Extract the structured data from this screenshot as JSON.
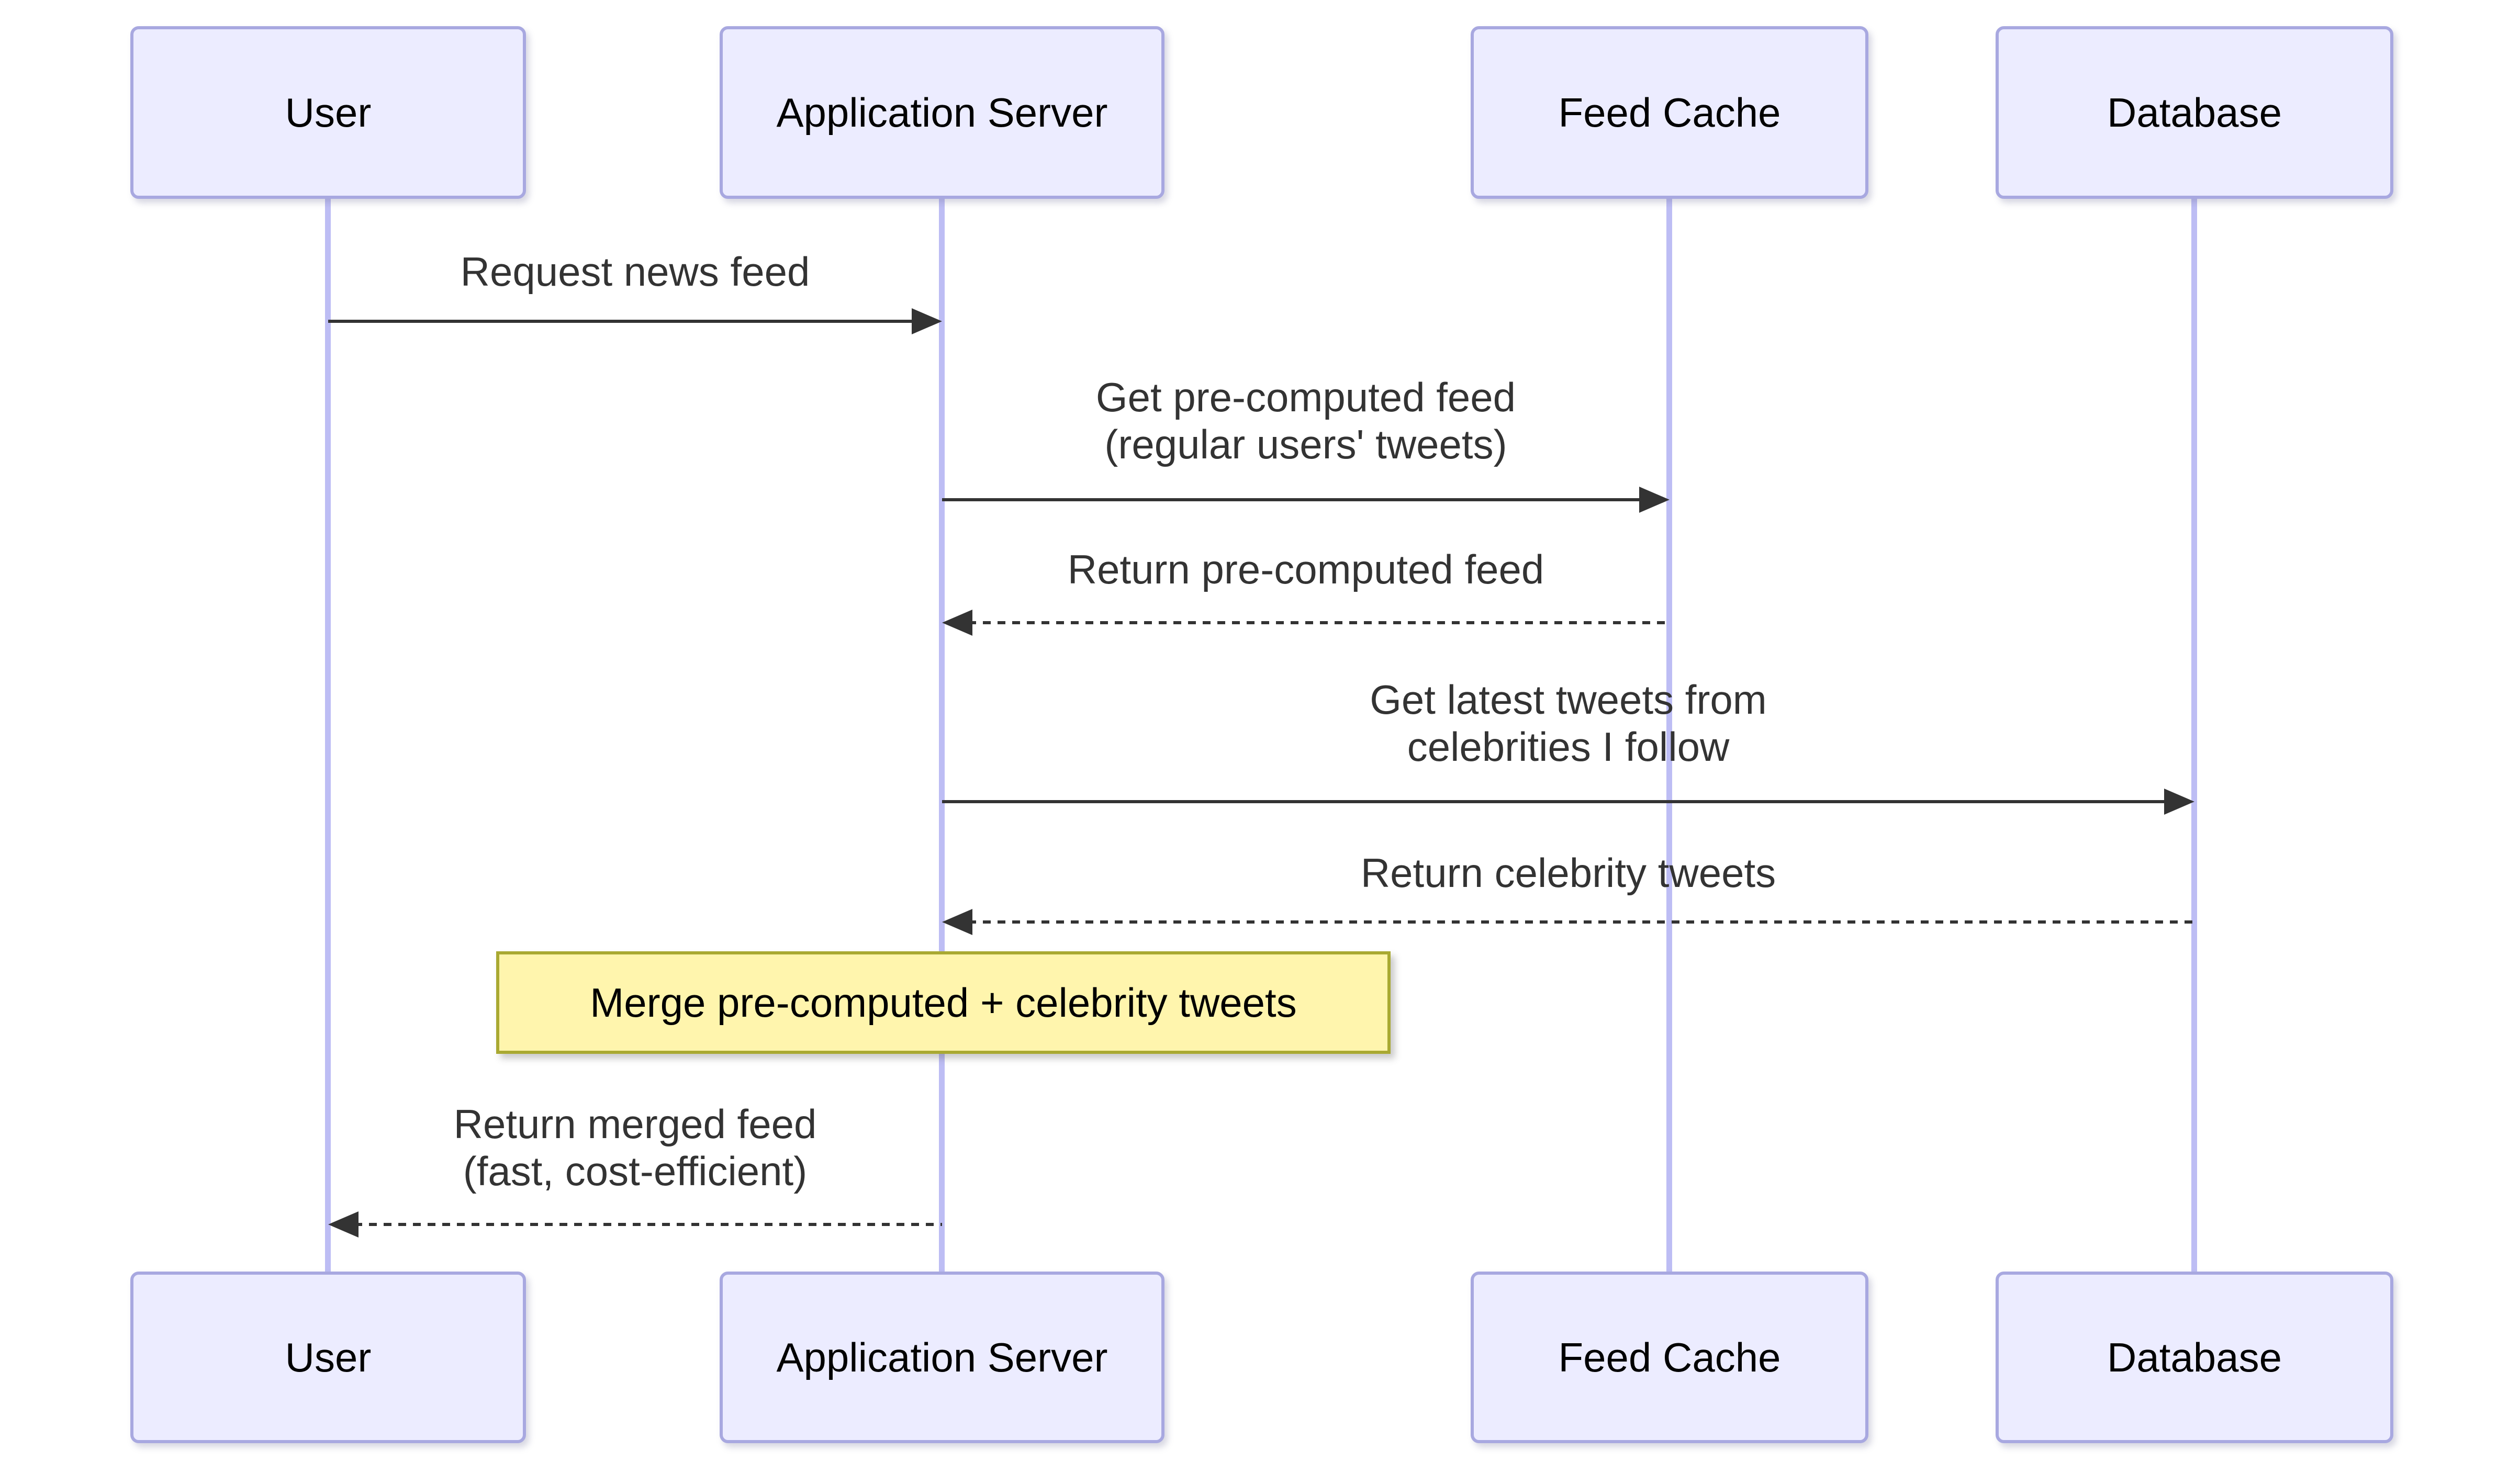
{
  "diagram": {
    "type": "sequence-diagram",
    "colors": {
      "background": "#FFFFFF",
      "actor_fill": "#ECECFF",
      "actor_border": "#A8A8E0",
      "lifeline": "#BDBDF4",
      "arrow": "#333333",
      "message_text": "#333333",
      "note_fill": "#FFF5AD",
      "note_border": "#A9A932",
      "note_text": "#000000"
    },
    "actors": [
      {
        "label": "User"
      },
      {
        "label": "Application Server"
      },
      {
        "label": "Feed Cache"
      },
      {
        "label": "Database"
      }
    ],
    "messages": [
      {
        "from": "User",
        "to": "Application Server",
        "style": "solid",
        "lines": [
          "Request news feed"
        ]
      },
      {
        "from": "Application Server",
        "to": "Feed Cache",
        "style": "solid",
        "lines": [
          "Get pre-computed feed",
          "(regular users' tweets)"
        ]
      },
      {
        "from": "Feed Cache",
        "to": "Application Server",
        "style": "dashed",
        "lines": [
          "Return pre-computed feed"
        ]
      },
      {
        "from": "Application Server",
        "to": "Database",
        "style": "solid",
        "lines": [
          "Get latest tweets from",
          "celebrities I follow"
        ]
      },
      {
        "from": "Database",
        "to": "Application Server",
        "style": "dashed",
        "lines": [
          "Return celebrity tweets"
        ]
      },
      {
        "from": "Application Server",
        "to": "User",
        "style": "dashed",
        "lines": [
          "Return merged feed",
          "(fast, cost-efficient)"
        ]
      }
    ],
    "note": {
      "over": "Application Server",
      "text": "Merge pre-computed + celebrity tweets"
    }
  }
}
